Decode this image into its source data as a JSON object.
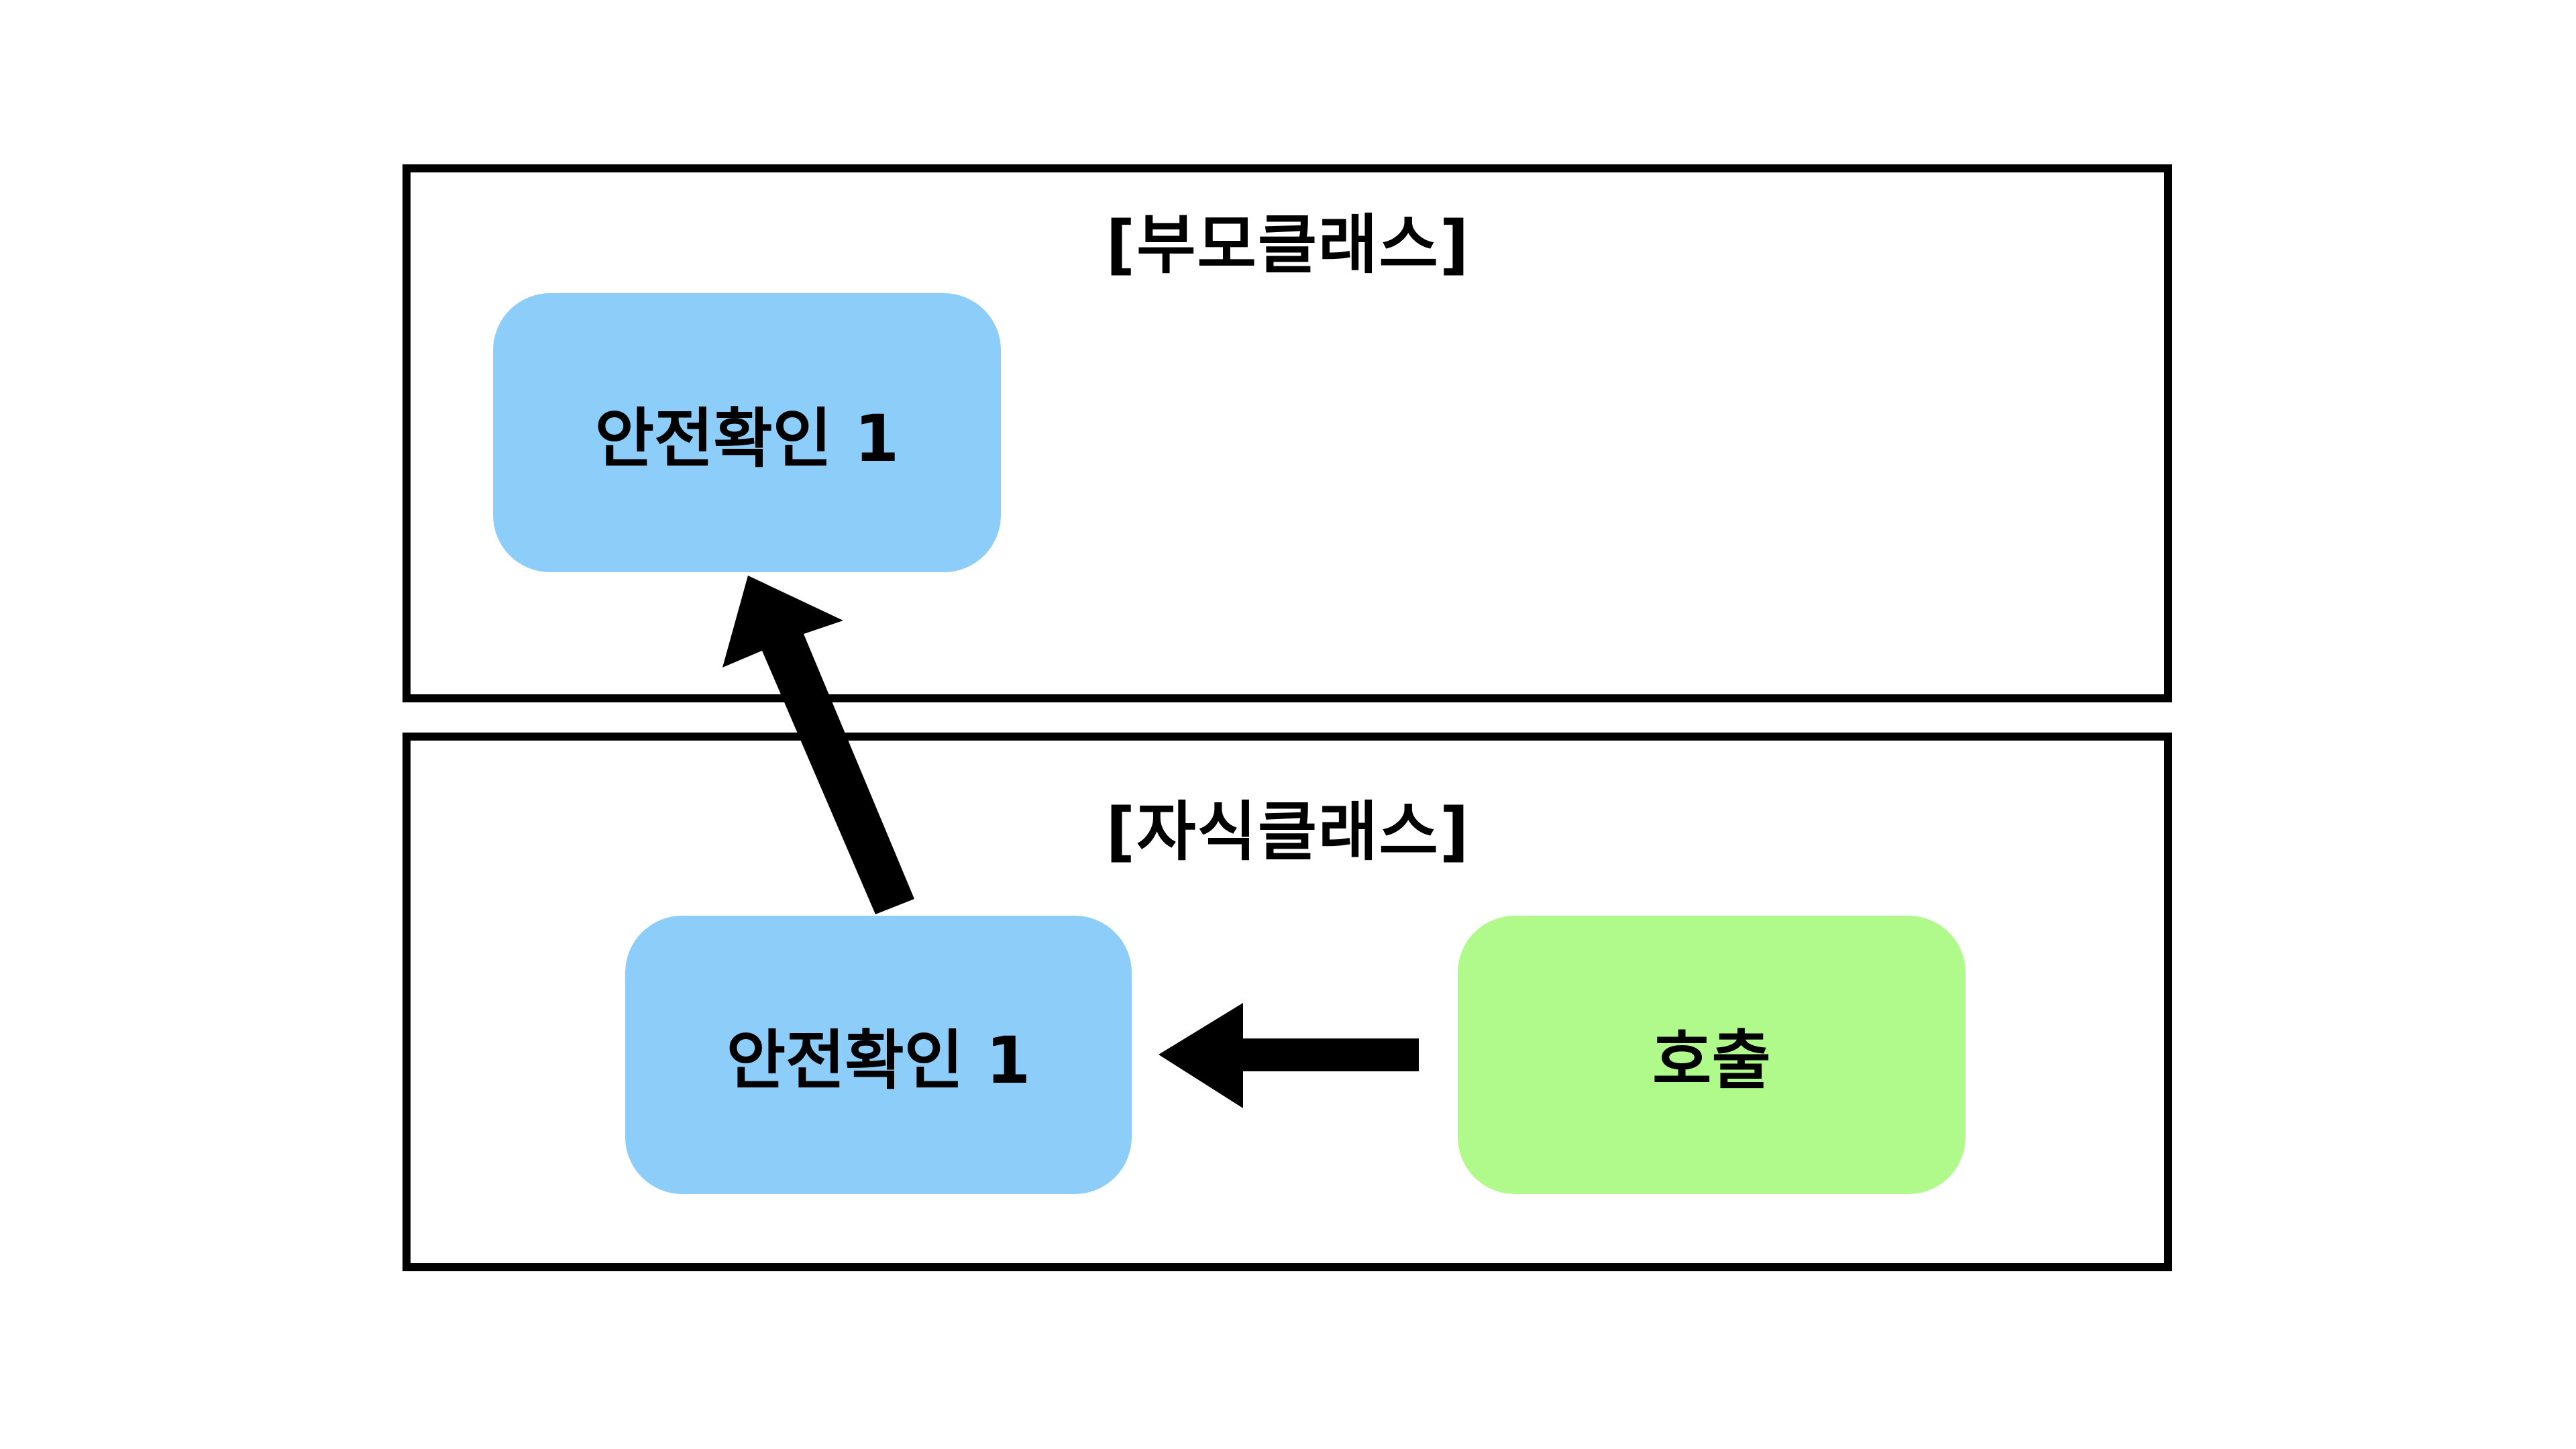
{
  "diagram": {
    "background_color": "#ffffff",
    "border_color": "#000000",
    "parent_class": {
      "title": "[부모클래스]",
      "method_node": {
        "label": "안전확인 1",
        "color": "#8CCEF9"
      }
    },
    "child_class": {
      "title": "[자식클래스]",
      "method_node": {
        "label": "안전확인 1",
        "color": "#8CCEF9"
      },
      "call_node": {
        "label": "호출",
        "color": "#B0FA8B"
      }
    },
    "arrows": [
      {
        "name": "inheritance-arrow",
        "from": "child method 안전확인 1",
        "to": "parent method 안전확인 1",
        "direction": "up-left",
        "color": "#000000"
      },
      {
        "name": "call-arrow",
        "from": "호출",
        "to": "child method 안전확인 1",
        "direction": "left",
        "color": "#000000"
      }
    ]
  }
}
